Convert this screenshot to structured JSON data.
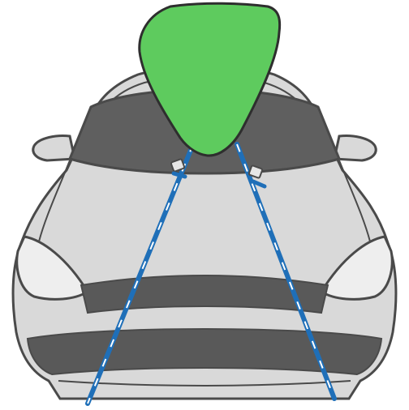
{
  "illustration": {
    "subject": "car-front-view",
    "cargo": "roof-load-triangle",
    "straps": "tie-down-straps-to-front"
  },
  "colors": {
    "background": "#ffffff",
    "outline": "#4a4a4a",
    "body": "#d9d9d9",
    "body_light": "#e6e6e6",
    "windshield": "#5f5f5f",
    "grille": "#595959",
    "headlight": "#eeeeee",
    "cargo_fill": "#5ecb5e",
    "cargo_outline": "#2e2e2e",
    "strap_blue": "#1f6fb8",
    "strap_white": "#ffffff"
  },
  "icons": {
    "buckle_left": "strap-buckle-icon",
    "buckle_right": "strap-buckle-icon"
  }
}
